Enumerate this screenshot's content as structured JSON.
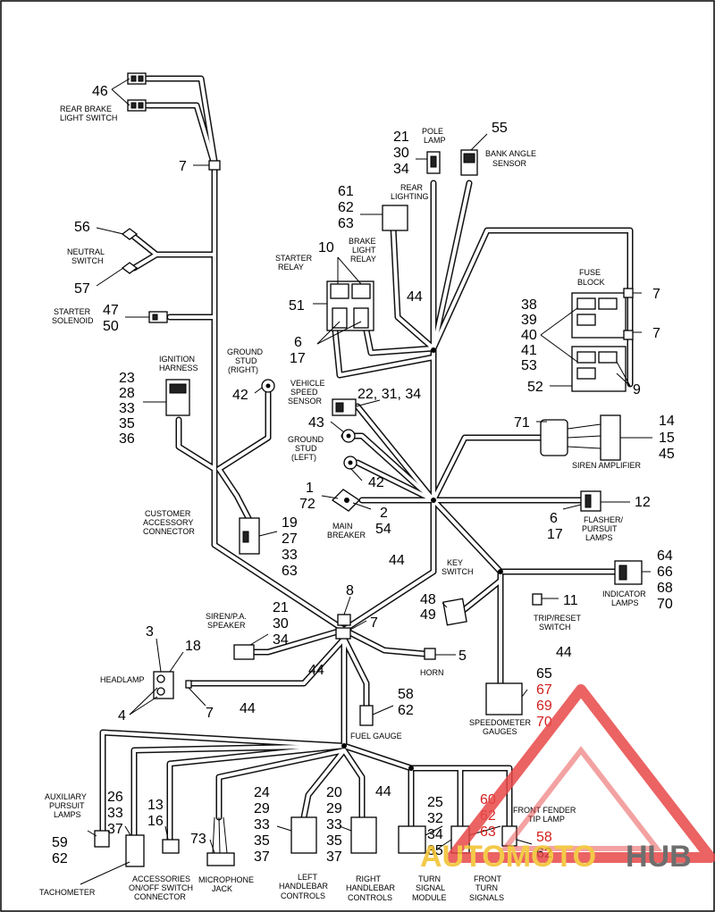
{
  "labels": {
    "rear_brake_light_switch": [
      "REAR BRAKE",
      "LIGHT SWITCH"
    ],
    "neutral_switch": [
      "NEUTRAL",
      "SWITCH"
    ],
    "starter_solenoid": [
      "STARTER",
      "SOLENOID"
    ],
    "ignition_harness": [
      "IGNITION",
      "HARNESS"
    ],
    "ground_stud_right": [
      "GROUND",
      "STUD",
      "(RIGHT)"
    ],
    "pole_lamp": [
      "POLE",
      "LAMP"
    ],
    "bank_angle_sensor": [
      "BANK ANGLE",
      "SENSOR"
    ],
    "rear_lighting": [
      "REAR",
      "LIGHTING"
    ],
    "starter_relay": [
      "STARTER",
      "RELAY"
    ],
    "brake_light_relay": [
      "BRAKE",
      "LIGHT",
      "RELAY"
    ],
    "fuse_block": [
      "FUSE",
      "BLOCK"
    ],
    "vehicle_speed_sensor": [
      "VEHICLE",
      "SPEED",
      "SENSOR"
    ],
    "ground_stud_left": [
      "GROUND",
      "STUD",
      "(LEFT)"
    ],
    "siren_amplifier": "SIREN AMPLIFIER",
    "main_breaker": [
      "MAIN",
      "BREAKER"
    ],
    "customer_accessory_connector": [
      "CUSTOMER",
      "ACCESSORY",
      "CONNECTOR"
    ],
    "flasher_pursuit_lamps": [
      "FLASHER/",
      "PURSUIT",
      "LAMPS"
    ],
    "key_switch": [
      "KEY",
      "SWITCH"
    ],
    "indicator_lamps": [
      "INDICATOR",
      "LAMPS"
    ],
    "siren_pa_speaker": [
      "SIREN/P.A.",
      "SPEAKER"
    ],
    "trip_reset_switch": [
      "TRIP/RESET",
      "SWITCH"
    ],
    "headlamp": "HEADLAMP",
    "horn": "HORN",
    "speedometer_gauges": [
      "SPEEDOMETER",
      "GAUGES"
    ],
    "fuel_gauge": "FUEL GAUGE",
    "auxiliary_pursuit_lamps": [
      "AUXILIARY",
      "PURSUIT",
      "LAMPS"
    ],
    "front_fender_tip_lamp": [
      "FRONT FENDER",
      "TIP LAMP"
    ],
    "tachometer": "TACHOMETER",
    "accessories_switch_connector": [
      "ACCESSORIES",
      "ON/OFF SWITCH",
      "CONNECTOR"
    ],
    "microphone_jack": [
      "MICROPHONE",
      "JACK"
    ],
    "left_handlebar_controls": [
      "LEFT",
      "HANDLEBAR",
      "CONTROLS"
    ],
    "right_handlebar_controls": [
      "RIGHT",
      "HANDLEBAR",
      "CONTROLS"
    ],
    "turn_signal_module": [
      "TURN",
      "SIGNAL",
      "MODULE"
    ],
    "front_turn_signals": [
      "FRONT",
      "TURN",
      "SIGNALS"
    ]
  },
  "callouts": {
    "c46": "46",
    "c7_top": "7",
    "c56": "56",
    "c57": "57",
    "c47_50": [
      "47",
      "50"
    ],
    "c23": [
      "23",
      "28",
      "33",
      "35",
      "36"
    ],
    "c42_right": "42",
    "c21_30_34_pole": [
      "21",
      "30",
      "34"
    ],
    "c55": "55",
    "c61": [
      "61",
      "62",
      "63"
    ],
    "c10": "10",
    "c51": "51",
    "c44_top": "44",
    "c6_17": [
      "6",
      "17"
    ],
    "c38": [
      "38",
      "39",
      "40",
      "41",
      "53"
    ],
    "c52": "52",
    "c9": "9",
    "c7_fuse1": "7",
    "c7_fuse2": "7",
    "c22_31_34": "22, 31, 34",
    "c43": "43",
    "c42_left": "42",
    "c71": "71",
    "c14": [
      "14",
      "15",
      "45"
    ],
    "c1_72": [
      "1",
      "72"
    ],
    "c2_54": [
      "2",
      "54"
    ],
    "c12": "12",
    "c6_17_flasher": [
      "6",
      "17"
    ],
    "c19": [
      "19",
      "27",
      "33",
      "63"
    ],
    "c44_mid": "44",
    "c64": [
      "64",
      "66",
      "68",
      "70"
    ],
    "c8": "8",
    "c7_mid": "7",
    "c48_49": [
      "48",
      "49"
    ],
    "c11": "11",
    "c21_30_34_siren": [
      "21",
      "30",
      "34"
    ],
    "c3": "3",
    "c18": "18",
    "c4": "4",
    "c7_head": "7",
    "c44_head": "44",
    "c44_center": "44",
    "c5": "5",
    "c44_trip": "44",
    "c58_62": [
      "58",
      "62"
    ],
    "c65": [
      "65",
      "67",
      "69",
      "70"
    ],
    "c44_low": "44",
    "c59_62": [
      "59",
      "62"
    ],
    "c26": [
      "26",
      "33",
      "37"
    ],
    "c13_16": [
      "13",
      "16"
    ],
    "c73": "73",
    "c24": [
      "24",
      "29",
      "33",
      "35",
      "37"
    ],
    "c20": [
      "20",
      "29",
      "33",
      "35",
      "37"
    ],
    "c25": [
      "25",
      "32",
      "34",
      "35"
    ],
    "c60": [
      "60",
      "62",
      "63"
    ],
    "c58_62_tip": [
      "58",
      "62"
    ]
  },
  "watermark": {
    "text_left": "AUTOMOTO",
    "text_right": "HUB",
    "color_left": "#f2c02a",
    "color_right": "#555555",
    "triangle_color": "#e84848"
  }
}
